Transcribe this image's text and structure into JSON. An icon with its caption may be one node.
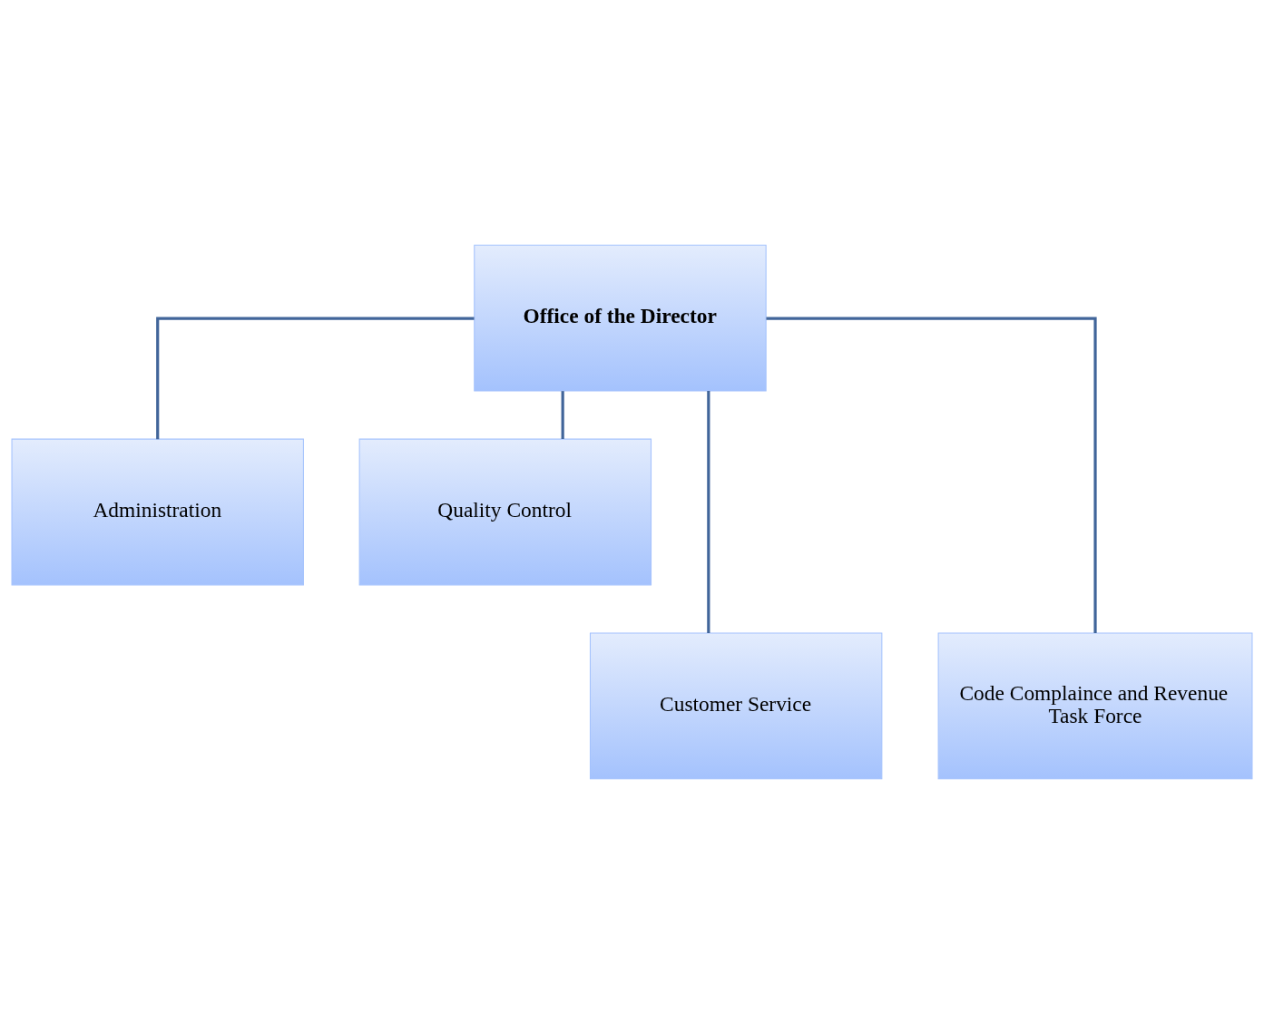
{
  "diagram": {
    "nodes": [
      {
        "text": [
          "Office of the Director"
        ]
      },
      {
        "text": [
          "Administration"
        ]
      },
      {
        "text": [
          "Quality Control"
        ]
      },
      {
        "text": [
          "Customer Service"
        ]
      },
      {
        "text": [
          "Code Complaince and Revenue Task Force"
        ]
      }
    ],
    "edges": [
      {
        "from": 0,
        "to": 1,
        "arrow": "none"
      },
      {
        "from": 0,
        "to": 2,
        "arrow": "none"
      },
      {
        "from": 0,
        "to": 3,
        "arrow": "none"
      },
      {
        "from": 0,
        "to": 4,
        "arrow": "none"
      }
    ]
  }
}
